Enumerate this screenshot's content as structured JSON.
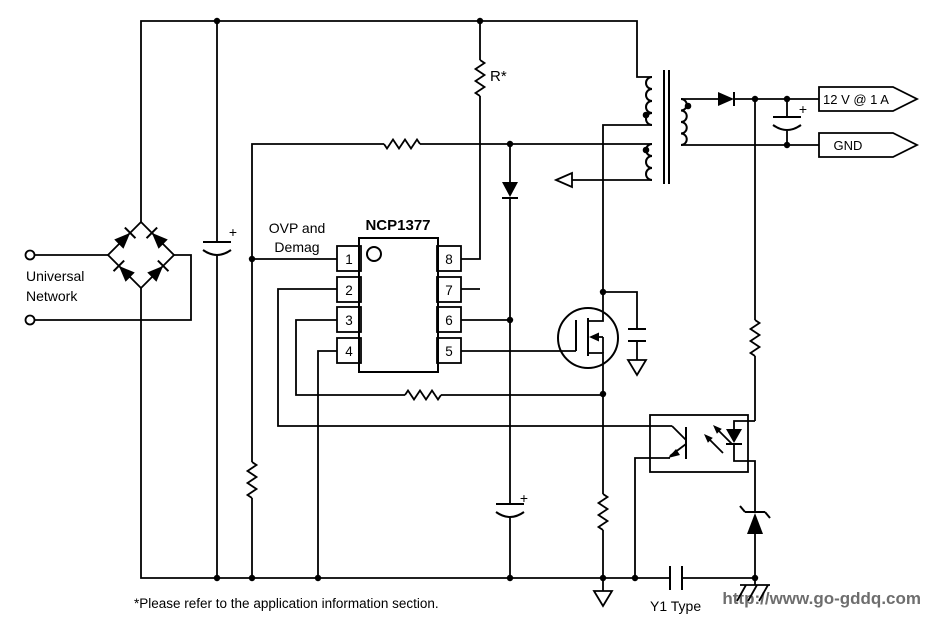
{
  "schematic": {
    "ic": {
      "part_number": "NCP1377",
      "pins": [
        "1",
        "2",
        "3",
        "4",
        "5",
        "6",
        "7",
        "8"
      ]
    },
    "input_label": {
      "line1": "Universal",
      "line2": "Network"
    },
    "pin1_label": {
      "line1": "OVP and",
      "line2": "Demag"
    },
    "startup_resistor_label": "R*",
    "outputs": {
      "vout": "12 V @ 1 A",
      "gnd": "GND"
    },
    "y1_capacitor_label": "Y1 Type",
    "plus_sign": "+",
    "footnote": "*Please refer to the application information section.",
    "watermark": "http://www.go-gddq.com",
    "colors": {
      "line": "#000000",
      "background": "#ffffff",
      "watermark": "#6e6e6e"
    }
  }
}
